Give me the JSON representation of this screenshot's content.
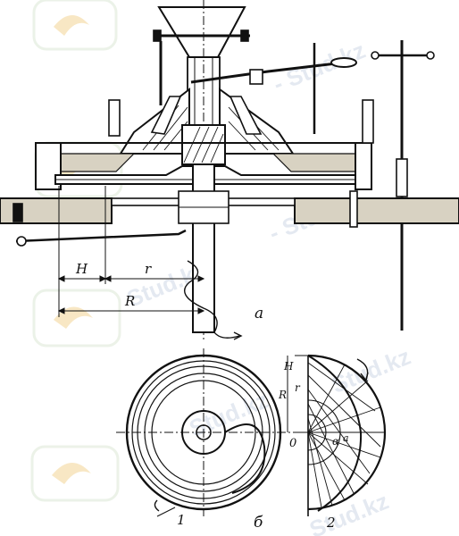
{
  "watermark": {
    "text": "Stud.kz",
    "text_dash": "- Stud.kz",
    "color": "#cfd8e6"
  },
  "figure_a": {
    "caption": "а",
    "dim_H": "H",
    "dim_r": "r",
    "dim_R": "R"
  },
  "figure_b": {
    "caption": "б",
    "item_1": "1",
    "item_2": "2",
    "label_R": "R",
    "label_r": "r",
    "label_H": "H",
    "label_O": "0",
    "angle_label": "α",
    "dim_a": "a"
  }
}
